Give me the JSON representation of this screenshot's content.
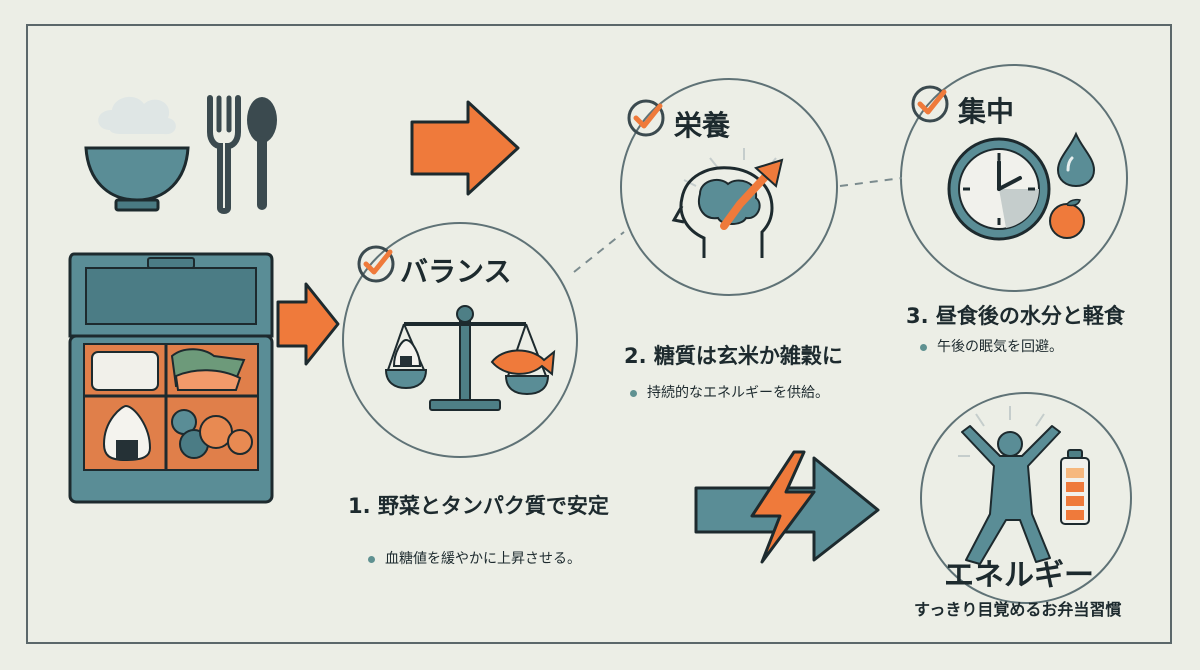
{
  "balance": {
    "title": "バランス"
  },
  "nutrition": {
    "title": "栄養"
  },
  "focus": {
    "title": "集中"
  },
  "energy": {
    "title": "エネルギー",
    "tagline": "すっきり目覚めるお弁当習慣"
  },
  "steps": [
    {
      "heading": "1. 野菜とタンパク質で安定",
      "bullet": "血糖値を緩やかに上昇させる。"
    },
    {
      "heading": "2. 糖質は玄米か雑穀に",
      "bullet": "持続的なエネルギーを供給。"
    },
    {
      "heading": "3. 昼食後の水分と軽食",
      "bullet": "午後の眠気を回避。"
    }
  ],
  "colors": {
    "accent": "#ef7a3b",
    "teal": "#4e7f86",
    "dark": "#1d2a2e",
    "line": "#5f7276"
  }
}
